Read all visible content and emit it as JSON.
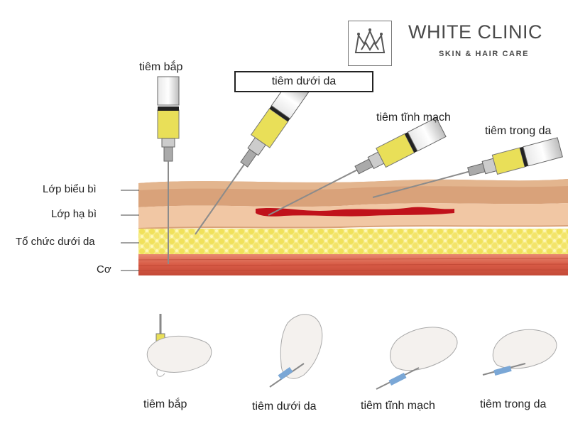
{
  "brand": {
    "name": "WHITE CLINIC",
    "tagline": "SKIN & HAIR CARE",
    "logo": "crown-logo"
  },
  "injection_types": {
    "intramuscular": "tiêm bắp",
    "subcutaneous": "tiêm dưới da",
    "intravenous": "tiêm tĩnh mạch",
    "intradermal": "tiêm trong da"
  },
  "skin_layers": {
    "epidermis": "Lớp biểu bì",
    "dermis": "Lớp hạ bì",
    "subcutaneous_tissue": "Tổ chức dưới da",
    "muscle": "Cơ"
  },
  "bottom_captions": [
    "tiêm bắp",
    "tiêm dưới da",
    "tiêm tĩnh mạch",
    "tiêm trong da"
  ],
  "colors": {
    "epidermis": "#d9a27a",
    "dermis": "#f1c7a4",
    "fat": "#f4e777",
    "muscle": "#d75a45",
    "vein": "#c0121b",
    "syringe_fluid": "#e9df58",
    "needle": "#8b8b8b"
  }
}
